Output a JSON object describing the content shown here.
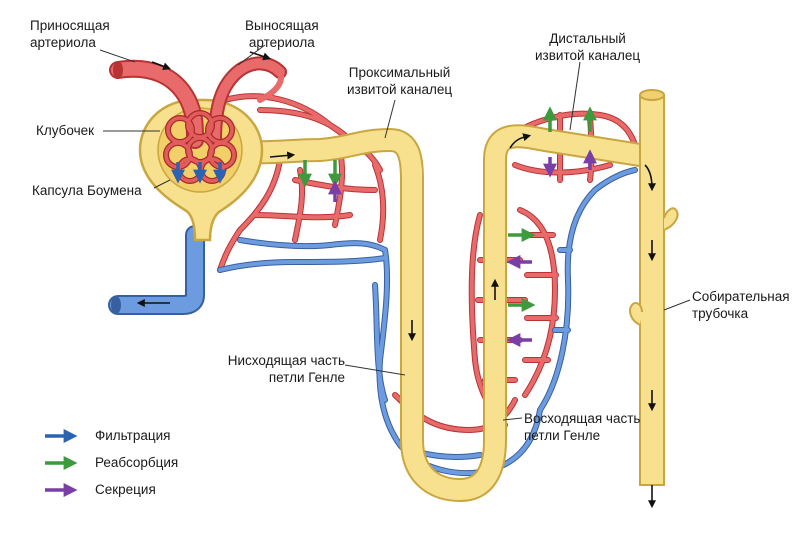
{
  "labels": {
    "afferent": "Приносящая\nартериола",
    "efferent": "Выносящая\nартериола",
    "glomerulus": "Клубочек",
    "bowman": "Капсула Боумена",
    "proximal": "Проксимальный\nизвитой каналец",
    "distal": "Дистальный\nизвитой каналец",
    "collecting": "Собирательная\nтрубочка",
    "descending": "Нисходящая часть\nпетли Генле",
    "ascending": "Восходящая часть\nпетли Генле"
  },
  "legend": [
    {
      "label": "Фильтрация",
      "color": "#2b63b3"
    },
    {
      "label": "Реабсорбция",
      "color": "#3d9a3d"
    },
    {
      "label": "Секреция",
      "color": "#7a3fa6"
    }
  ],
  "colors": {
    "tubule_fill": "#f7e08e",
    "tubule_stroke": "#c9a640",
    "artery": "#e05b5b",
    "artery_dark": "#b83434",
    "vein": "#5f8fd6",
    "vein_dark": "#36609f",
    "arrow": "#111111"
  }
}
